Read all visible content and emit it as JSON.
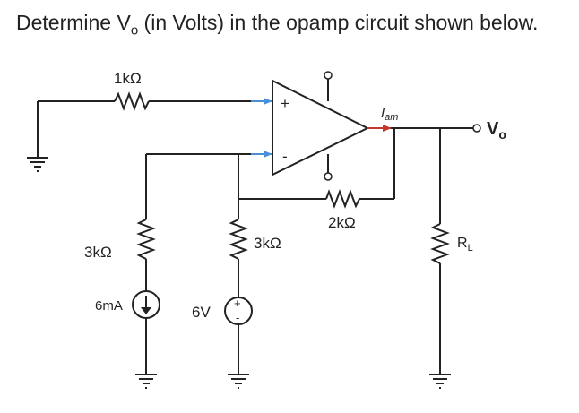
{
  "question": {
    "prefix": "Determine V",
    "sub": "o",
    "suffix": " (in Volts) in the opamp circuit shown below."
  },
  "labels": {
    "r_input": "1kΩ",
    "r_feedback": "2kΩ",
    "r_left": "3kΩ",
    "r_mid": "3kΩ",
    "r_load_main": "R",
    "r_load_sub": "L",
    "current_source": "6mA",
    "voltage_source": "6V",
    "i_am_main": "I",
    "i_am_sub": "am",
    "vo_main": "V",
    "vo_sub": "o",
    "plus_sign": "+",
    "minus_sign": "-",
    "vs_plus": "+",
    "vs_minus": "-"
  },
  "colors": {
    "wire": "#222222",
    "arrow_blue": "#4a90d9",
    "arrow_red": "#c0392b"
  }
}
